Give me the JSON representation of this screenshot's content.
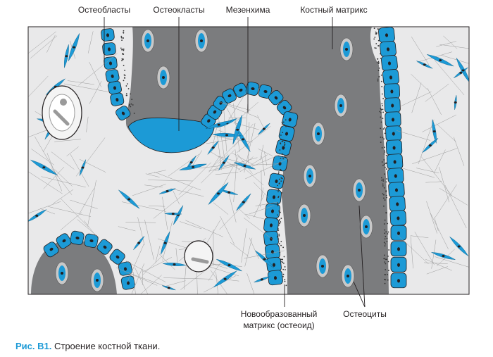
{
  "labels": {
    "osteoblasts": "Остеобласты",
    "osteoclasts": "Остеокласты",
    "mesenchyme": "Мезенхима",
    "bone_matrix": "Костный матрикс",
    "osteoid_line1": "Новообразованный",
    "osteoid_line2": "матрикс (остеоид)",
    "osteocytes": "Остеоциты"
  },
  "caption": {
    "number": "Рис. В1.",
    "text": "Строение костной ткани."
  },
  "colors": {
    "cell_blue": "#1c9ad6",
    "matrix_gray": "#7b7c7e",
    "tissue_light": "#e9e9ea",
    "outline": "#231f20"
  }
}
